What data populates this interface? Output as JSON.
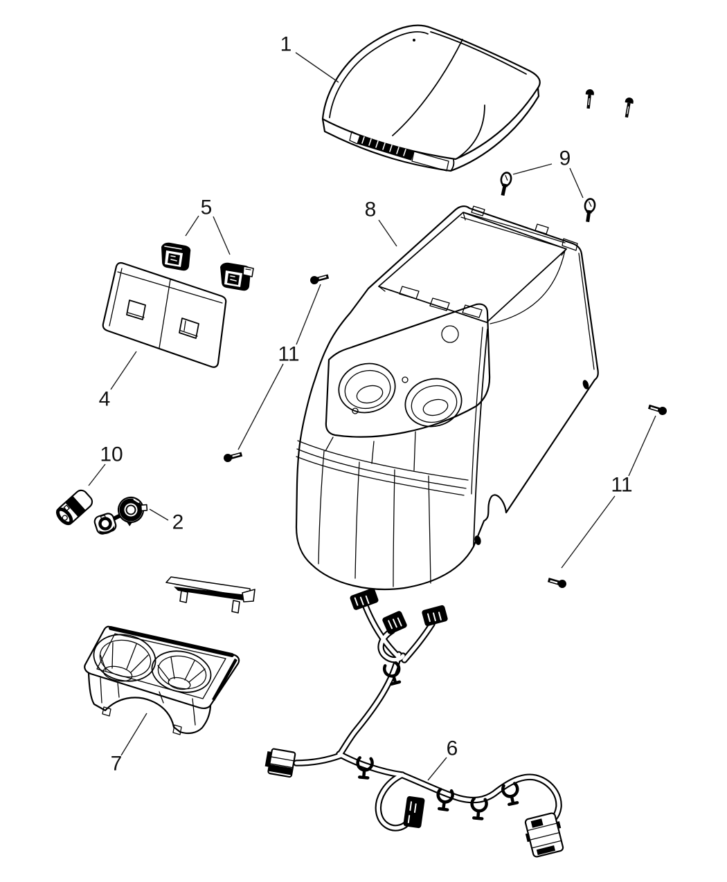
{
  "figure": {
    "kind": "exploded-parts-diagram",
    "subject": "floor-console-assembly",
    "background_color": "#ffffff",
    "line_color": "#000000",
    "label_color": "#111111"
  },
  "callouts": [
    {
      "label": "1",
      "points_to": "console-lid"
    },
    {
      "label": "9",
      "points_to": "push-pin-retainers"
    },
    {
      "label": "5",
      "points_to": "switches"
    },
    {
      "label": "8",
      "points_to": "console-body"
    },
    {
      "label": "11",
      "points_to": "mounting-screws-left"
    },
    {
      "label": "4",
      "points_to": "switch-bezel-panel"
    },
    {
      "label": "10",
      "points_to": "power-outlet-plug"
    },
    {
      "label": "2",
      "points_to": "outlet-socket-housing"
    },
    {
      "label": "11",
      "points_to": "mounting-screws-right"
    },
    {
      "label": "7",
      "points_to": "cup-holder-insert"
    },
    {
      "label": "6",
      "points_to": "wiring-harness"
    }
  ]
}
